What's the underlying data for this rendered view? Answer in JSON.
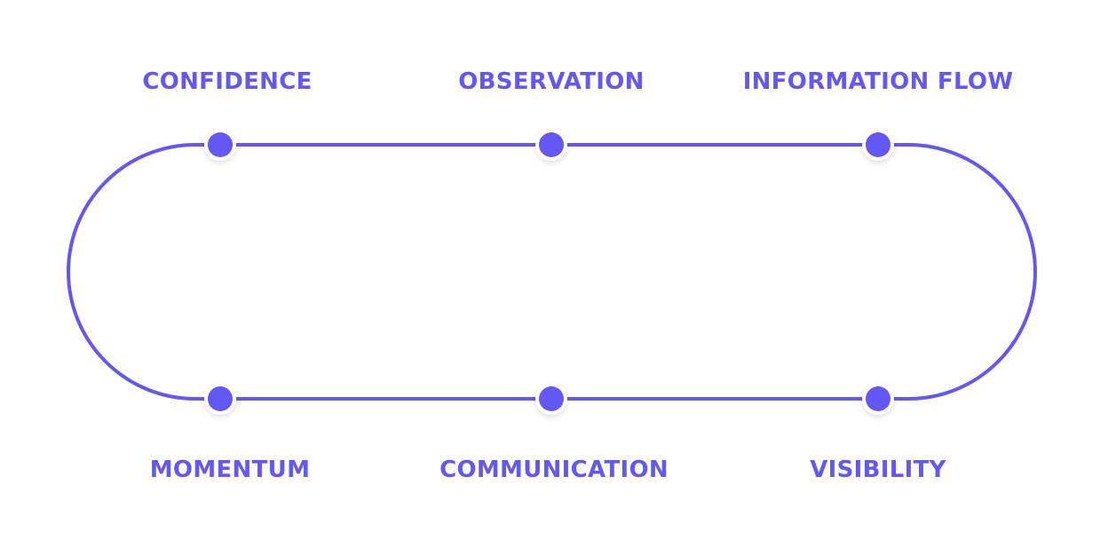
{
  "colors": {
    "accent": "#6358F6",
    "node_ring": "#FFFFFF",
    "background": "#FFFFFF"
  },
  "diagram": {
    "type": "loop",
    "top_nodes": [
      {
        "label": "CONFIDENCE"
      },
      {
        "label": "OBSERVATION"
      },
      {
        "label": "INFORMATION FLOW"
      }
    ],
    "bottom_nodes": [
      {
        "label": "MOMENTUM"
      },
      {
        "label": "COMMUNICATION"
      },
      {
        "label": "VISIBILITY"
      }
    ]
  }
}
